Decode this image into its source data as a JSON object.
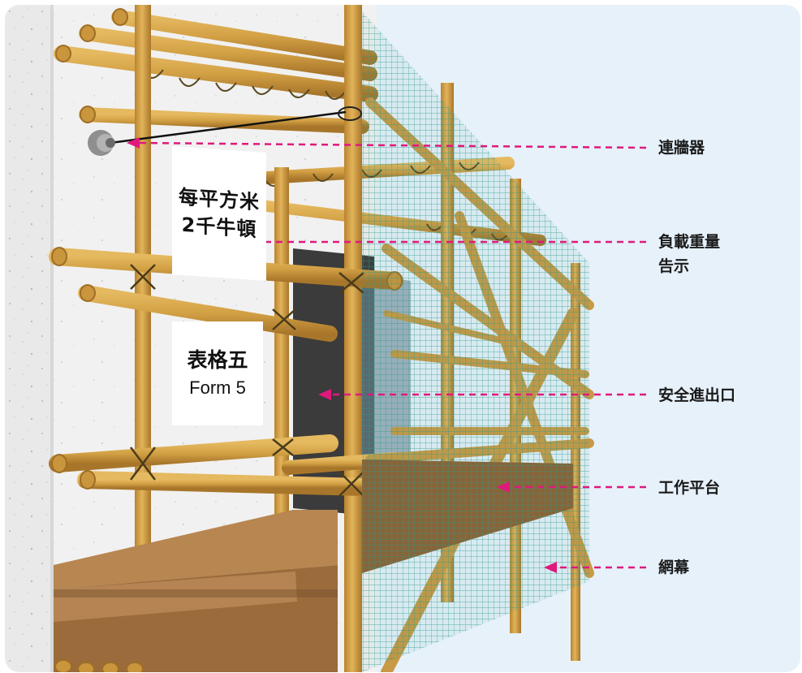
{
  "signs": {
    "load_notice": {
      "line1": "每平方米",
      "line2": "2千牛頓"
    },
    "form5": {
      "zh": "表格五",
      "en": "Form 5"
    }
  },
  "callouts": [
    {
      "id": "wall-tie",
      "lines": [
        "連牆器"
      ]
    },
    {
      "id": "load-notice",
      "lines": [
        "負載重量",
        "告示"
      ]
    },
    {
      "id": "safe-access",
      "lines": [
        "安全進出口"
      ]
    },
    {
      "id": "working-platform",
      "lines": [
        "工作平台"
      ]
    },
    {
      "id": "netting",
      "lines": [
        "網幕"
      ]
    }
  ],
  "colors": {
    "bamboo": "#d7a645",
    "bamboo_dark": "#a8772a",
    "tie": "#5a4a22",
    "wall": "#efefef",
    "wall_edge": "#d6d6d6",
    "net": "#2e9c86",
    "platform": "#9a6a3b",
    "arrow": "#e0197d",
    "door": "#3a3a3a"
  }
}
